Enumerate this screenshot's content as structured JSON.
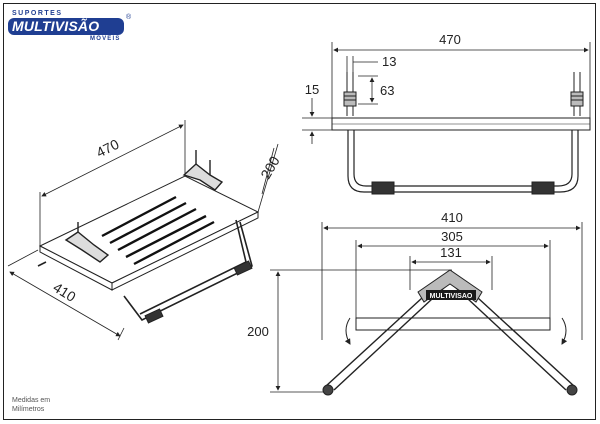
{
  "logo": {
    "top": "SUPORTES",
    "main": "MULTIVISÃO",
    "reg": "®",
    "sub": "MÓVEIS"
  },
  "note": {
    "line1": "Medidas em",
    "line2": "Milímetros"
  },
  "brand_label": "MULTIVISAO",
  "iso": {
    "width": "470",
    "depth": "410",
    "height": "200"
  },
  "front": {
    "width": "470",
    "offset": "13",
    "left": "15",
    "bracket": "63"
  },
  "side": {
    "overall": "410",
    "inner": "305",
    "top": "131",
    "height": "200"
  },
  "colors": {
    "brand": "#1f3e92",
    "line": "#222222"
  }
}
